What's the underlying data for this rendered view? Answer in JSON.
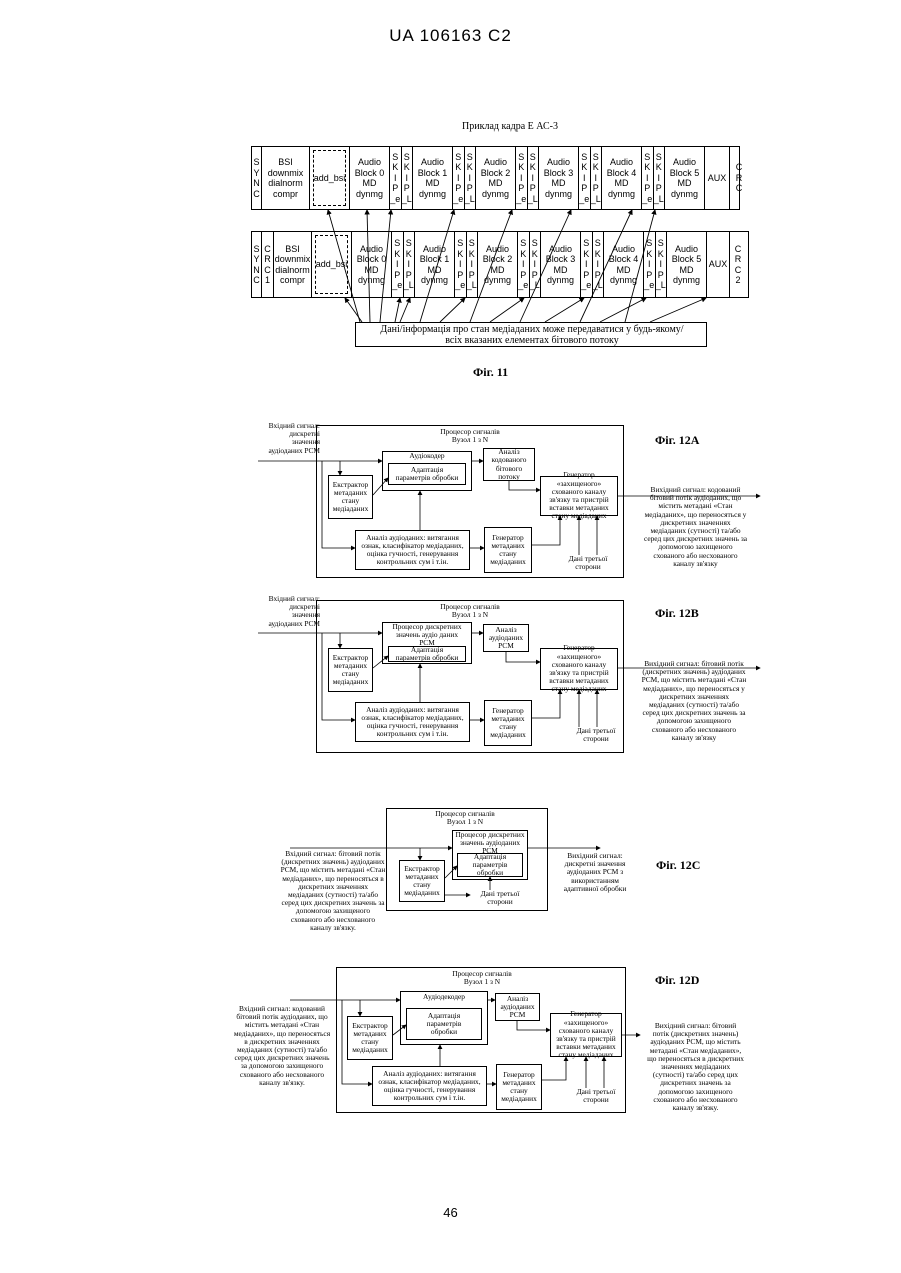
{
  "header": {
    "doc_id": "UA   106163   C2"
  },
  "footer": {
    "page_number": "46"
  },
  "fig11": {
    "title": "Приклад кадра Е АС-3",
    "row1": [
      "S\nY\nN\nC",
      "BSI\ndownmix\ndialnorm\ncompr",
      "add_bsi",
      "Audio\nBlock 0\nMD\ndynmg",
      "S\nK\nI\nP\n_e",
      "S\nK\nI\nP\n_L",
      "Audio\nBlock 1\nMD\ndynmg",
      "S\nK\nI\nP\n_e",
      "S\nK\nI\nP\n_L",
      "Audio\nBlock 2\nMD\ndynmg",
      "S\nK\nI\nP\n_e",
      "S\nK\nI\nP\n_L",
      "Audio\nBlock 3\nMD\ndynmg",
      "S\nK\nI\nP\n_e",
      "S\nK\nI\nP\n_L",
      "Audio\nBlock 4\nMD\ndynmg",
      "S\nK\nI\nP\n_e",
      "S\nK\nI\nP\n_L",
      "Audio\nBlock 5\nMD\ndynmg",
      "AUX",
      "C\nR\nC"
    ],
    "row2": [
      "S\nY\nN\nC",
      "C\nR\nC\n1",
      "BSI\ndownmix\ndialnorm\ncompr",
      "add_bsi",
      "Audio\nBlock 0\nMD\ndynmg",
      "S\nK\nI\nP\n_e",
      "S\nK\nI\nP\n_L",
      "Audio\nBlock 1\nMD\ndynmg",
      "S\nK\nI\nP\n_e",
      "S\nK\nI\nP\n_L",
      "Audio\nBlock 2\nMD\ndynmg",
      "S\nK\nI\nP\n_e",
      "S\nK\nI\nP\n_L",
      "Audio\nBlock 3\nMD\ndynmg",
      "S\nK\nI\nP\n_e",
      "S\nK\nI\nP\n_L",
      "Audio\nBlock 4\nMD\ndynmg",
      "S\nK\nI\nP\n_e",
      "S\nK\nI\nP\n_L",
      "Audio\nBlock 5\nMD\ndynmg",
      "AUX",
      "C\nR\nC\n2"
    ],
    "note": "Дані/інформація про стан медіаданих може передаватися у будь-якому/всіх вказаних елементах бітового потоку",
    "caption": "Фіг. 11"
  },
  "fig12a": {
    "label": "Фіг. 12A",
    "input": "Вхідний сигнал:\nдискретні\nзначення\nаудіоданих PCM",
    "processor": "Процесор сигналів\nВузол 1 з N",
    "coder": "Аудіокодер",
    "adapt": "Адаптація\nпараметрів обробки",
    "extractor": "Екстрактор\nметаданих\nстану\nмедіаданих",
    "analysis_bits": "Аналіз\nкодованого\nбітового\nпотоку",
    "generator": "Генератор\n«захищеного»\nсхованого каналу\nзв'язку та пристрій\nвставки метаданих\nстану медіаданих",
    "audio_analysis": "Аналіз аудіоданих: витягання\nознак, класифікатор медіаданих,\nоцінка гучності, генерування\nконтрольних сум і т.ін.",
    "meta_gen": "Генератор\nметаданих\nстану\nмедіаданих",
    "third_party": "Дані третьої\nсторони",
    "output": "Вихідний сигнал: кодований\nбітовий потік аудіоданих, що\nмістить метадані «Стан\nмедіаданих», що переносяться у\nдискретних значеннях\nмедіаданих (сутності) та/або\nсеред цих дискретних значень за\nдопомогою захищеного\nсхованого або несхованого\nканалу зв'язку"
  },
  "fig12b": {
    "label": "Фіг. 12B",
    "input": "Вхідний сигнал:\nдискретні\nзначення\nаудіоданих PCM",
    "processor": "Процесор сигналів\nВузол 1 з N",
    "pcm_proc": "Процесор дискретних\nзначень аудіо даних\nPCM",
    "adapt": "Адаптація\nпараметрів обробки",
    "extractor": "Екстрактор\nметаданих\nстану\nмедіаданих",
    "analysis_pcm": "Аналіз\nаудіоданих\nPCM",
    "generator": "Генератор\n«захищеного»\nсхованого каналу\nзв'язку та пристрій\nвставки метаданих\nстану медіаданих",
    "audio_analysis": "Аналіз аудіоданих: витягання\nознак, класифікатор медіаданих,\nоцінка гучності, генерування\nконтрольних сум і т.ін.",
    "meta_gen": "Генератор\nметаданих\nстану\nмедіаданих",
    "third_party": "Дані третьої\nсторони",
    "output": "Вихідний сигнал: бітовий потік\n(дискретних значень) аудіоданих\nPCM, що містить метадані «Стан\nмедіаданих», що переносяться у\nдискретних значеннях\nмедіаданих (сутності) та/або\nсеред цих дискретних значень за\nдопомогою захищеного\nсхованого або несхованого\nканалу зв'язку"
  },
  "fig12c": {
    "label": "Фіг. 12C",
    "processor": "Процесор сигналів\nВузол 1 з N",
    "pcm_proc": "Процесор дискретних\nзначень аудіоданих\nPCM",
    "adapt": "Адаптація\nпараметрів\nобробки",
    "extractor": "Екстрактор\nметаданих\nстану\nмедіаданих",
    "third_party": "Дані третьої\nсторони",
    "input": "Вхідний сигнал: бітовий потік\n(дискретних значень) аудіоданих\nPCM, що містить метадані «Стан\nмедіаданих», що переносяться в\nдискретних значеннях\nмедіаданих (сутності) та/або\nсеред цих дискретних значень за\nдопомогою захищеного\nсхованого або несхованого\nканалу зв'язку.",
    "output": "Вихідний сигнал:\nдискретні значення\nаудіоданих PCM з\nвикористанням\nадаптивної обробки"
  },
  "fig12d": {
    "label": "Фіг. 12D",
    "processor": "Процесор сигналів\nВузол 1 з N",
    "decoder": "Аудіодекодер",
    "adapt": "Адаптація\nпараметрів\nобробки",
    "extractor": "Екстрактор\nметаданих\nстану\nмедіаданих",
    "analysis_pcm": "Аналіз\nаудіоданих\nPCM",
    "generator": "Генератор\n«захищеного»\nсхованого каналу\nзв'язку та пристрій\nвставки метаданих\nстану медіаданих",
    "audio_analysis": "Аналіз аудіоданих: витягання\nознак, класифікатор медіаданих,\nоцінка гучності, генерування\nконтрольних сум і т.ін.",
    "meta_gen": "Генератор\nметаданих\nстану\nмедіаданих",
    "third_party": "Дані третьої\nсторони",
    "input": "Вхідний сигнал: кодований\nбітовий потік аудіоданих, що\nмістить метадані «Стан\nмедіаданих», що переносяться\nв дискретних значеннях\nмедіаданих (сутності) та/або\nсеред цих дискретних значень\nза допомогою захищеного\nсхованого або несхованого\nканалу зв'язку.",
    "output": "Вихідний сигнал: бітовий\nпотік (дискретних значень)\nаудіоданих PCM, що містить\nметадані «Стан медіаданих»,\nщо переносяться в дискретних\nзначеннях медіаданих\n(сутності) та/або серед цих\nдискретних значень за\nдопомогою захищеного\nсхованого або несхованого\nканалу зв'язку."
  }
}
